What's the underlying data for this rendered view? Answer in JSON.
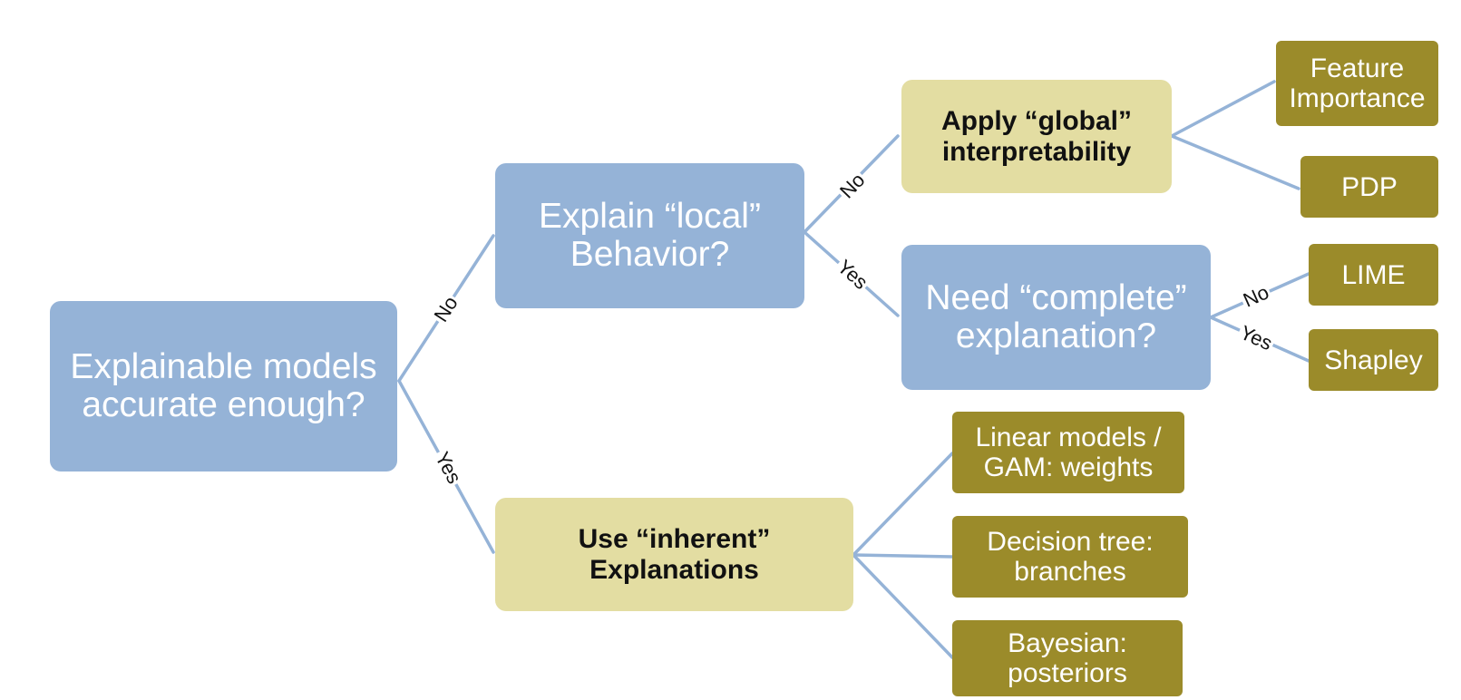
{
  "colors": {
    "question_box": "#95b3d7",
    "method_box": "#e3dda2",
    "leaf_box": "#9b8b2a",
    "connector": "#95b3d7"
  },
  "nodes": {
    "root": "Explainable models\naccurate enough?",
    "explain_local": "Explain “local”\nBehavior?",
    "apply_global": "Apply “global”\ninterpretability",
    "need_complete": "Need “complete”\nexplanation?",
    "use_inherent": "Use “inherent”\nExplanations"
  },
  "leaves": {
    "feature_importance": "Feature\nImportance",
    "pdp": "PDP",
    "lime": "LIME",
    "shapley": "Shapley",
    "linear_models": "Linear models /\nGAM: weights",
    "decision_tree": "Decision tree:\nbranches",
    "bayesian": "Bayesian:\nposteriors"
  },
  "edge_labels": {
    "root_no": "No",
    "root_yes": "Yes",
    "local_no": "No",
    "local_yes": "Yes",
    "complete_no": "No",
    "complete_yes": "Yes"
  }
}
